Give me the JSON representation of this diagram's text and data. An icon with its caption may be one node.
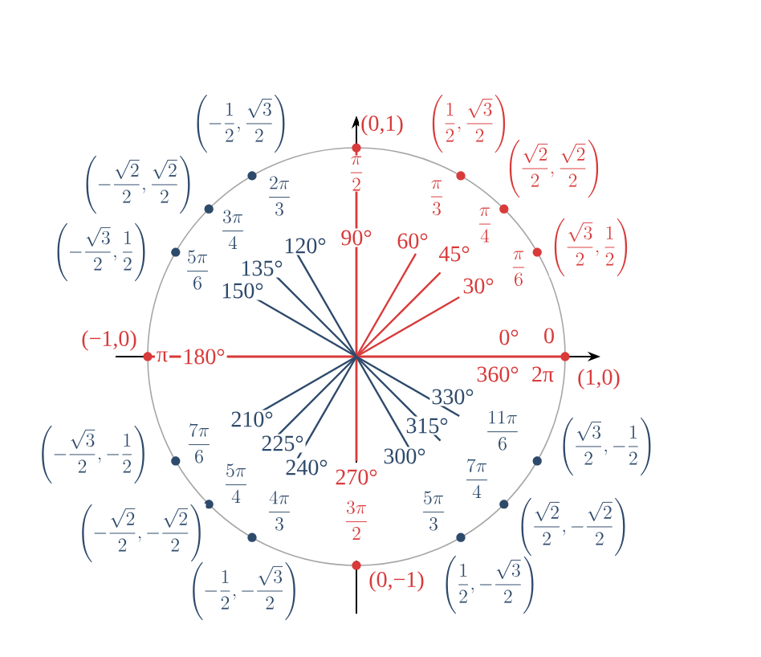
{
  "diagram": {
    "labels": [
      "(0,1)",
      "\\frac{\\pi}{2}",
      "90°",
      "\\left(\\frac{1}{2},\\frac{\\sqrt{3}}{2}\\right)",
      "\\frac{\\pi}{3}",
      "60°",
      "\\left(\\frac{\\sqrt{2}}{2},\\frac{\\sqrt{2}}{2}\\right)",
      "\\frac{\\pi}{4}",
      "45°",
      "\\left(\\frac{\\sqrt{3}}{2},\\frac{1}{2}\\right)",
      "\\frac{\\pi}{6}",
      "30°",
      "0°",
      "0",
      "360°",
      "2π",
      "(1,0)",
      "\\left(-\\frac{1}{2},\\frac{\\sqrt{3}}{2}\\right)",
      "\\frac{2\\pi}{3}",
      "120°",
      "\\left(-\\frac{\\sqrt{2}}{2},\\frac{\\sqrt{2}}{2}\\right)",
      "\\frac{3\\pi}{4}",
      "135°",
      "\\left(-\\frac{\\sqrt{3}}{2},\\frac{1}{2}\\right)",
      "\\frac{5\\pi}{6}",
      "150°",
      "(−1,0)",
      "π",
      "180°",
      "\\left(-\\frac{\\sqrt{3}}{2},-\\frac{1}{2}\\right)",
      "\\frac{7\\pi}{6}",
      "210°",
      "\\left(-\\frac{\\sqrt{2}}{2},-\\frac{\\sqrt{2}}{2}\\right)",
      "\\frac{5\\pi}{4}",
      "225°",
      "\\left(-\\frac{1}{2},-\\frac{\\sqrt{3}}{2}\\right)",
      "\\frac{4\\pi}{3}",
      "240°",
      "270°",
      "\\frac{3\\pi}{2}",
      "(0,−1)",
      "300°",
      "\\frac{5\\pi}{3}",
      "\\left(\\frac{1}{2},-\\frac{\\sqrt{3}}{2}\\right)",
      "315°",
      "\\frac{7\\pi}{4}",
      "\\left(\\frac{\\sqrt{2}}{2},-\\frac{\\sqrt{2}}{2}\\right)",
      "330°",
      "\\frac{11\\pi}{6}",
      "\\left(\\frac{\\sqrt{3}}{2},-\\frac{1}{2}\\right)"
    ]
  }
}
